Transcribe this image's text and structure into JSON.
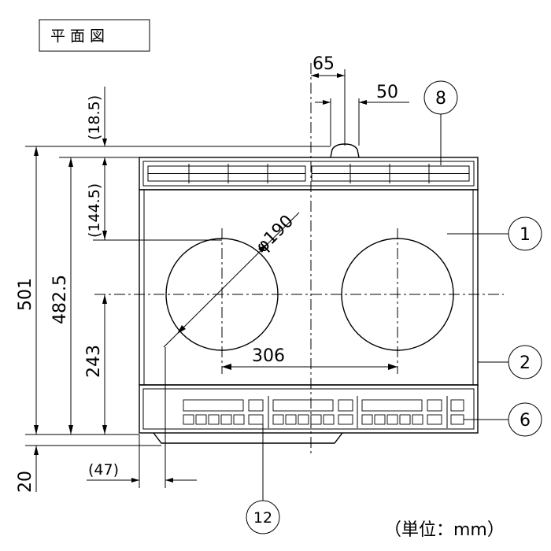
{
  "title": "平面図",
  "unit_label": "（単位：mm）",
  "dimensions": {
    "d65": "65",
    "d50": "50",
    "d18_5": "(18.5)",
    "d501": "501",
    "d482_5": "482.5",
    "d144_5": "(144.5)",
    "d243": "243",
    "d190": "φ190",
    "d306": "306",
    "d47": "(47)",
    "d20": "20"
  },
  "callouts": {
    "c1": "1",
    "c2": "2",
    "c6": "6",
    "c8": "8",
    "c12": "12"
  }
}
